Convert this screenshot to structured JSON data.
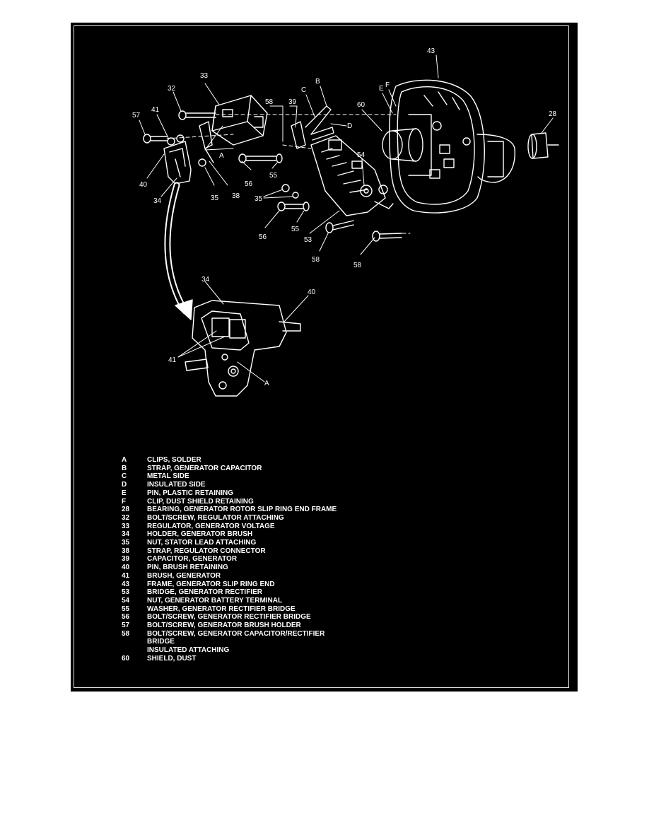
{
  "callouts": {
    "c43": "43",
    "c33": "33",
    "c32": "32",
    "cB": "B",
    "cC": "C",
    "c58a": "58",
    "c39": "39",
    "c60": "60",
    "cE": "E",
    "cF": "F",
    "c28": "28",
    "c57": "57",
    "c41a": "41",
    "cD": "D",
    "cA1": "A",
    "c54": "54",
    "c40a": "40",
    "c55a": "55",
    "c56a": "56",
    "c35a": "35",
    "c38": "38",
    "c34a": "34",
    "c35b": "35",
    "c55b": "55",
    "c56b": "56",
    "c53": "53",
    "c58b": "58",
    "c58c": "58",
    "c34b": "34",
    "c40b": "40",
    "c41b": "41",
    "cA2": "A"
  },
  "legend": [
    {
      "key": "A",
      "text": "CLIPS, SOLDER"
    },
    {
      "key": "B",
      "text": "STRAP, GENERATOR CAPACITOR"
    },
    {
      "key": "C",
      "text": "METAL SIDE"
    },
    {
      "key": "D",
      "text": "INSULATED SIDE"
    },
    {
      "key": "E",
      "text": "PIN, PLASTIC RETAINING"
    },
    {
      "key": "F",
      "text": "CLIP, DUST SHIELD RETAINING"
    },
    {
      "key": "28",
      "text": "BEARING, GENERATOR ROTOR SLIP RING END FRAME"
    },
    {
      "key": "32",
      "text": "BOLT/SCREW, REGULATOR ATTACHING"
    },
    {
      "key": "33",
      "text": "REGULATOR, GENERATOR VOLTAGE"
    },
    {
      "key": "34",
      "text": "HOLDER, GENERATOR BRUSH"
    },
    {
      "key": "35",
      "text": "NUT, STATOR LEAD ATTACHING"
    },
    {
      "key": "38",
      "text": "STRAP, REGULATOR CONNECTOR"
    },
    {
      "key": "39",
      "text": "CAPACITOR, GENERATOR"
    },
    {
      "key": "40",
      "text": "PIN, BRUSH RETAINING"
    },
    {
      "key": "41",
      "text": "BRUSH, GENERATOR"
    },
    {
      "key": "43",
      "text": "FRAME, GENERATOR SLIP RING END"
    },
    {
      "key": "53",
      "text": "BRIDGE, GENERATOR RECTIFIER"
    },
    {
      "key": "54",
      "text": "NUT, GENERATOR BATTERY TERMINAL"
    },
    {
      "key": "55",
      "text": "WASHER, GENERATOR RECTIFIER BRIDGE"
    },
    {
      "key": "56",
      "text": "BOLT/SCREW, GENERATOR RECTIFIER BRIDGE"
    },
    {
      "key": "57",
      "text": "BOLT/SCREW, GENERATOR BRUSH HOLDER"
    },
    {
      "key": "58",
      "text": "BOLT/SCREW, GENERATOR CAPACITOR/RECTIFIER"
    },
    {
      "key": "",
      "text": "BRIDGE"
    },
    {
      "key": "",
      "text": "INSULATED ATTACHING"
    },
    {
      "key": "60",
      "text": "SHIELD, DUST"
    }
  ]
}
